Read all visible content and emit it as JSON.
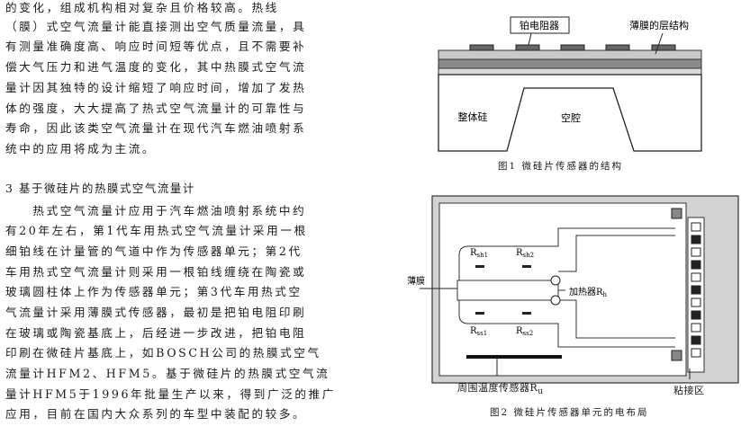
{
  "left_column": {
    "para1_lines": [
      "的变化，组成机构相对复杂且价格较高。热线",
      "（膜）式空气流量计能直接测出空气质量流量，具",
      "有测量准确度高、响应时间短等优点，且不需要补",
      "偿大气压力和进气温度的变化，其中热膜式空气流",
      "量计因其独特的设计缩短了响应时间，增加了发热",
      "体的强度，大大提高了热式空气流量计的可靠性与",
      "寿命，因此该类空气流量计在现代汽车燃油喷射系",
      "统中的应用将成为主流。"
    ],
    "section_heading": "3  基于微硅片的热膜式空气流量计",
    "para2_lines": [
      "　　热式空气流量计应用于汽车燃油喷射系统中约",
      "有20年左右，第1代车用热式空气流量计采用一根",
      "细铂线在计量管的气道中作为传感器单元；第2代",
      "车用热式空气流量计则采用一根铂线缠绕在陶瓷或",
      "玻璃圆柱体上作为传感器单元；第3代车用热式空",
      "气流量计采用薄膜式传感器，最初是把铂电阻印刷",
      "在玻璃或陶瓷基底上，后经进一步改进，把铂电阻",
      "印刷在微硅片基底上，如BOSCH公司的热膜式空气",
      "流量计HFM2、HFM5。基于微硅片的热膜式空气流",
      "量计HFM5于1996年批量生产以来，得到广泛的推广",
      "应用，目前在国内大众系列的车型中装配的较多。"
    ]
  },
  "figure1": {
    "caption": "图1  微硅片传感器的结构",
    "labels": {
      "platinum_resistor": "铂电阻器",
      "thin_film_layers": "薄膜的层结构",
      "bulk_silicon": "整体硅",
      "cavity": "空腔"
    }
  },
  "figure2": {
    "caption": "图2  微硅片传感器单元的电布局",
    "labels": {
      "membrane": "薄膜",
      "heater": "加热器R",
      "heater_sub": "h",
      "ambient_sensor": "周围温度传感器R",
      "ambient_sub": "u",
      "bonding_area": "粘接区",
      "rsh1": "R",
      "rsh1_sub": "sh1",
      "rsh2": "R",
      "rsh2_sub": "sh2",
      "rss1": "R",
      "rss1_sub": "ss1",
      "rss2": "R",
      "rss2_sub": "ss2"
    }
  }
}
